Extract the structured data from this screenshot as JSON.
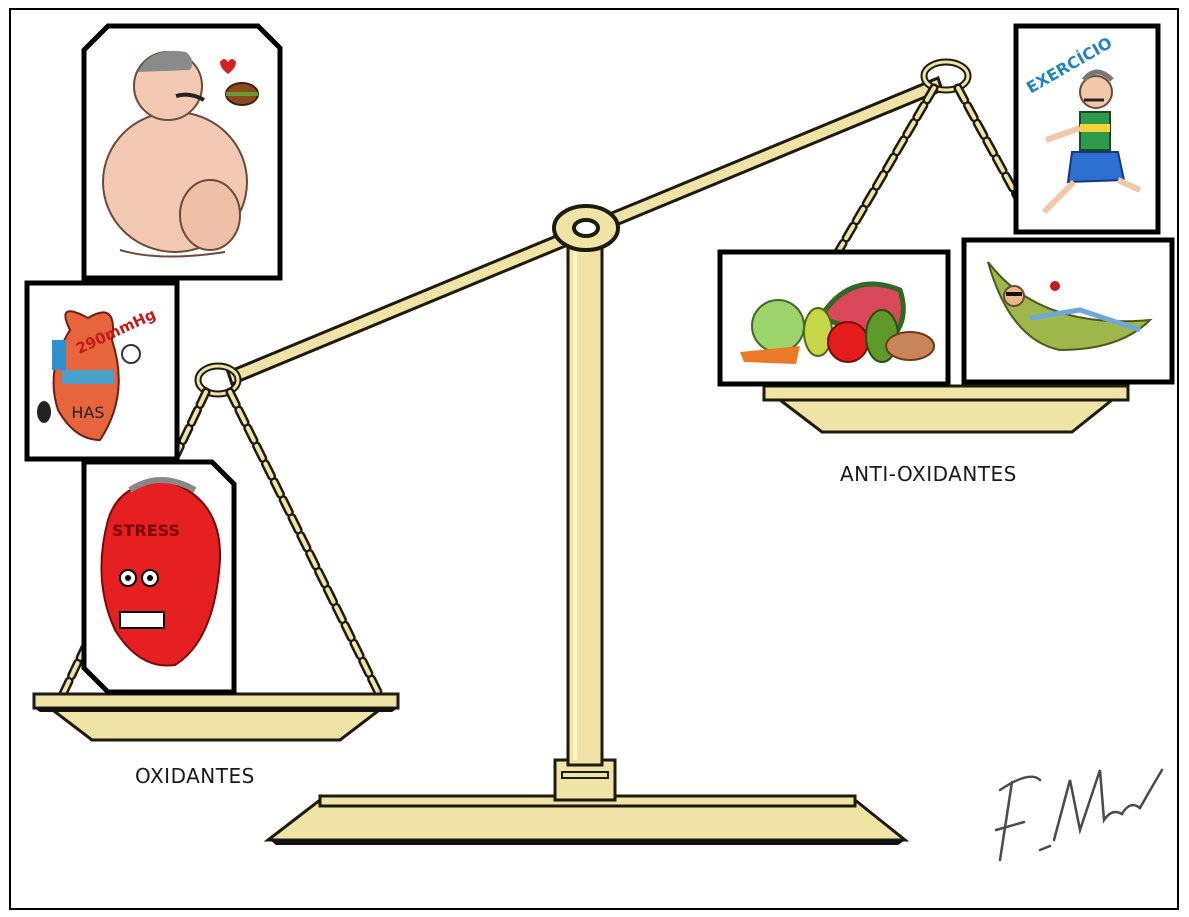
{
  "labels": {
    "oxidants": "OXIDANTES",
    "antioxidants": "ANTI-OXIDANTES"
  },
  "panels": {
    "hypertension_text": "HAS",
    "pressure_reading": "290mmHg",
    "stress_text": "STRESS",
    "exercise_text": "EXERCÍCIO"
  },
  "signature": "F. Moura",
  "colors": {
    "brass": "#efe3a6",
    "brass_dark": "#3b3320",
    "stress_red": "#e62020",
    "heart_orange": "#e8643c",
    "hammock_green": "#9fb64a",
    "exercise_blue": "#1f84c4",
    "heart_pressure_red": "#c41a1a"
  },
  "icons": [
    "balance-scale-icon",
    "overweight-man-burger-icon",
    "heart-blood-pressure-icon",
    "angry-stressed-face-icon",
    "fruits-vegetables-icon",
    "relaxing-hammock-icon",
    "running-man-icon",
    "signature-icon"
  ]
}
